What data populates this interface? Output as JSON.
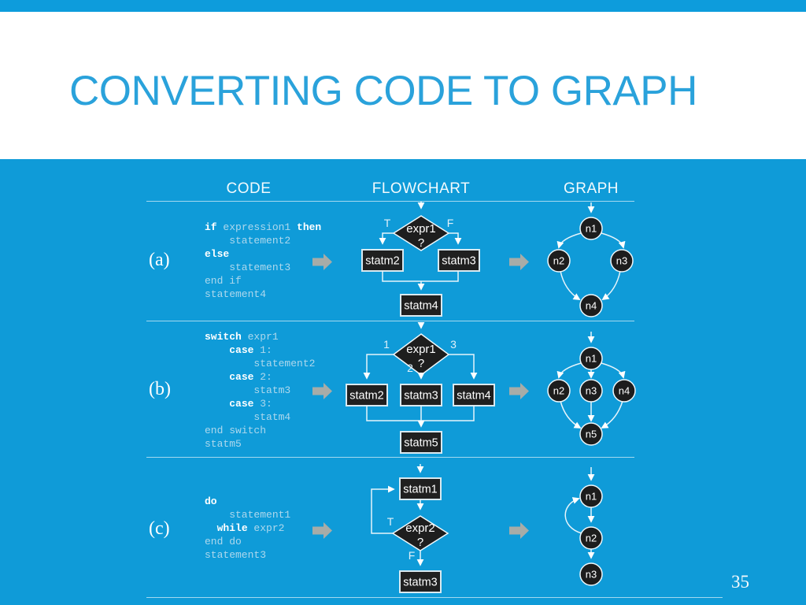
{
  "slide": {
    "title": "CONVERTING CODE TO GRAPH",
    "page_number": "35",
    "colors": {
      "background": "#0F9BD8",
      "top_bar": "#0D9CDC",
      "title_text": "#2AA2DB",
      "node_fill": "#1E1E1E",
      "connector": "#E6F4FB",
      "code_keyword": "#FFFFFF",
      "code_text": "#AED8ED",
      "column_arrow": "#A7ACA8"
    }
  },
  "table": {
    "headers": [
      "CODE",
      "FLOWCHART",
      "GRAPH"
    ]
  },
  "rows": [
    {
      "label": "(a)",
      "code": [
        [
          {
            "t": "if",
            "b": true
          },
          {
            "t": " expression1 "
          },
          {
            "t": "then",
            "b": true
          }
        ],
        [
          {
            "t": "    statement2"
          }
        ],
        [
          {
            "t": "else",
            "b": true
          }
        ],
        [
          {
            "t": "    statement3"
          }
        ],
        [
          {
            "t": "end if"
          }
        ],
        [
          {
            "t": "statement4"
          }
        ]
      ],
      "flowchart": {
        "decision": "expr1",
        "question": "?",
        "branch_true": "T",
        "branch_false": "F",
        "boxes": {
          "left": "statm2",
          "right": "statm3",
          "bottom": "statm4"
        }
      },
      "graph": {
        "nodes": [
          "n1",
          "n2",
          "n3",
          "n4"
        ]
      }
    },
    {
      "label": "(b)",
      "code": [
        [
          {
            "t": "switch",
            "b": true
          },
          {
            "t": " expr1"
          }
        ],
        [
          {
            "t": "    "
          },
          {
            "t": "case",
            "b": true
          },
          {
            "t": " 1:"
          }
        ],
        [
          {
            "t": "        statement2"
          }
        ],
        [
          {
            "t": "    "
          },
          {
            "t": "case",
            "b": true
          },
          {
            "t": " 2:"
          }
        ],
        [
          {
            "t": "        statm3"
          }
        ],
        [
          {
            "t": "    "
          },
          {
            "t": "case",
            "b": true
          },
          {
            "t": " 3:"
          }
        ],
        [
          {
            "t": "        statm4"
          }
        ],
        [
          {
            "t": "end switch"
          }
        ],
        [
          {
            "t": "statm5"
          }
        ]
      ],
      "flowchart": {
        "decision": "expr1",
        "question": "?",
        "case_labels": [
          "1",
          "2",
          "3"
        ],
        "boxes": {
          "left": "statm2",
          "center": "statm3",
          "right": "statm4",
          "bottom": "statm5"
        }
      },
      "graph": {
        "nodes": [
          "n1",
          "n2",
          "n3",
          "n4",
          "n5"
        ]
      }
    },
    {
      "label": "(c)",
      "code": [
        [
          {
            "t": "do",
            "b": true
          }
        ],
        [
          {
            "t": "    statement1"
          }
        ],
        [
          {
            "t": "  "
          },
          {
            "t": "while",
            "b": true
          },
          {
            "t": " expr2"
          }
        ],
        [
          {
            "t": "end do"
          }
        ],
        [
          {
            "t": "statement3"
          }
        ]
      ],
      "flowchart": {
        "top_box": "statm1",
        "decision": "expr2",
        "question": "?",
        "branch_true": "T",
        "branch_false": "F",
        "bottom_box": "statm3"
      },
      "graph": {
        "nodes": [
          "n1",
          "n2",
          "n3"
        ]
      }
    }
  ]
}
